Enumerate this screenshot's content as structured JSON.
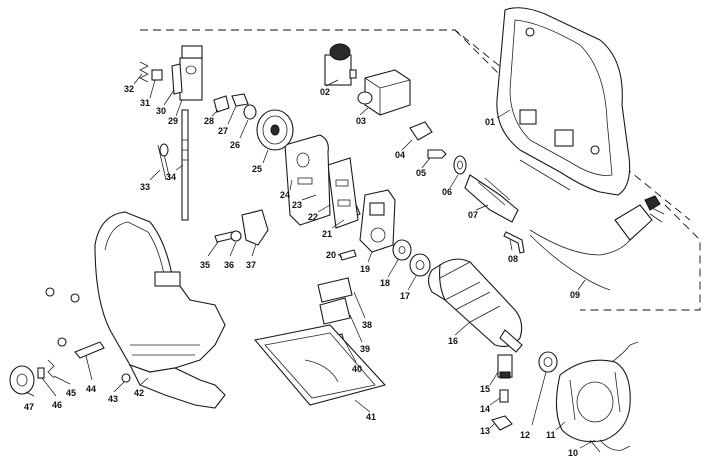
{
  "diagram": {
    "kind": "exploded-parts-view",
    "callouts": [
      "01",
      "02",
      "03",
      "04",
      "05",
      "06",
      "07",
      "08",
      "09",
      "10",
      "11",
      "12",
      "13",
      "14",
      "15",
      "16",
      "17",
      "18",
      "19",
      "20",
      "21",
      "22",
      "23",
      "24",
      "25",
      "26",
      "27",
      "28",
      "29",
      "30",
      "31",
      "32",
      "33",
      "34",
      "35",
      "36",
      "37",
      "38",
      "39",
      "40",
      "41",
      "42",
      "43",
      "44",
      "45",
      "46",
      "47"
    ],
    "colors": {
      "line": "#1a1a1a",
      "background": "#ffffff"
    }
  }
}
